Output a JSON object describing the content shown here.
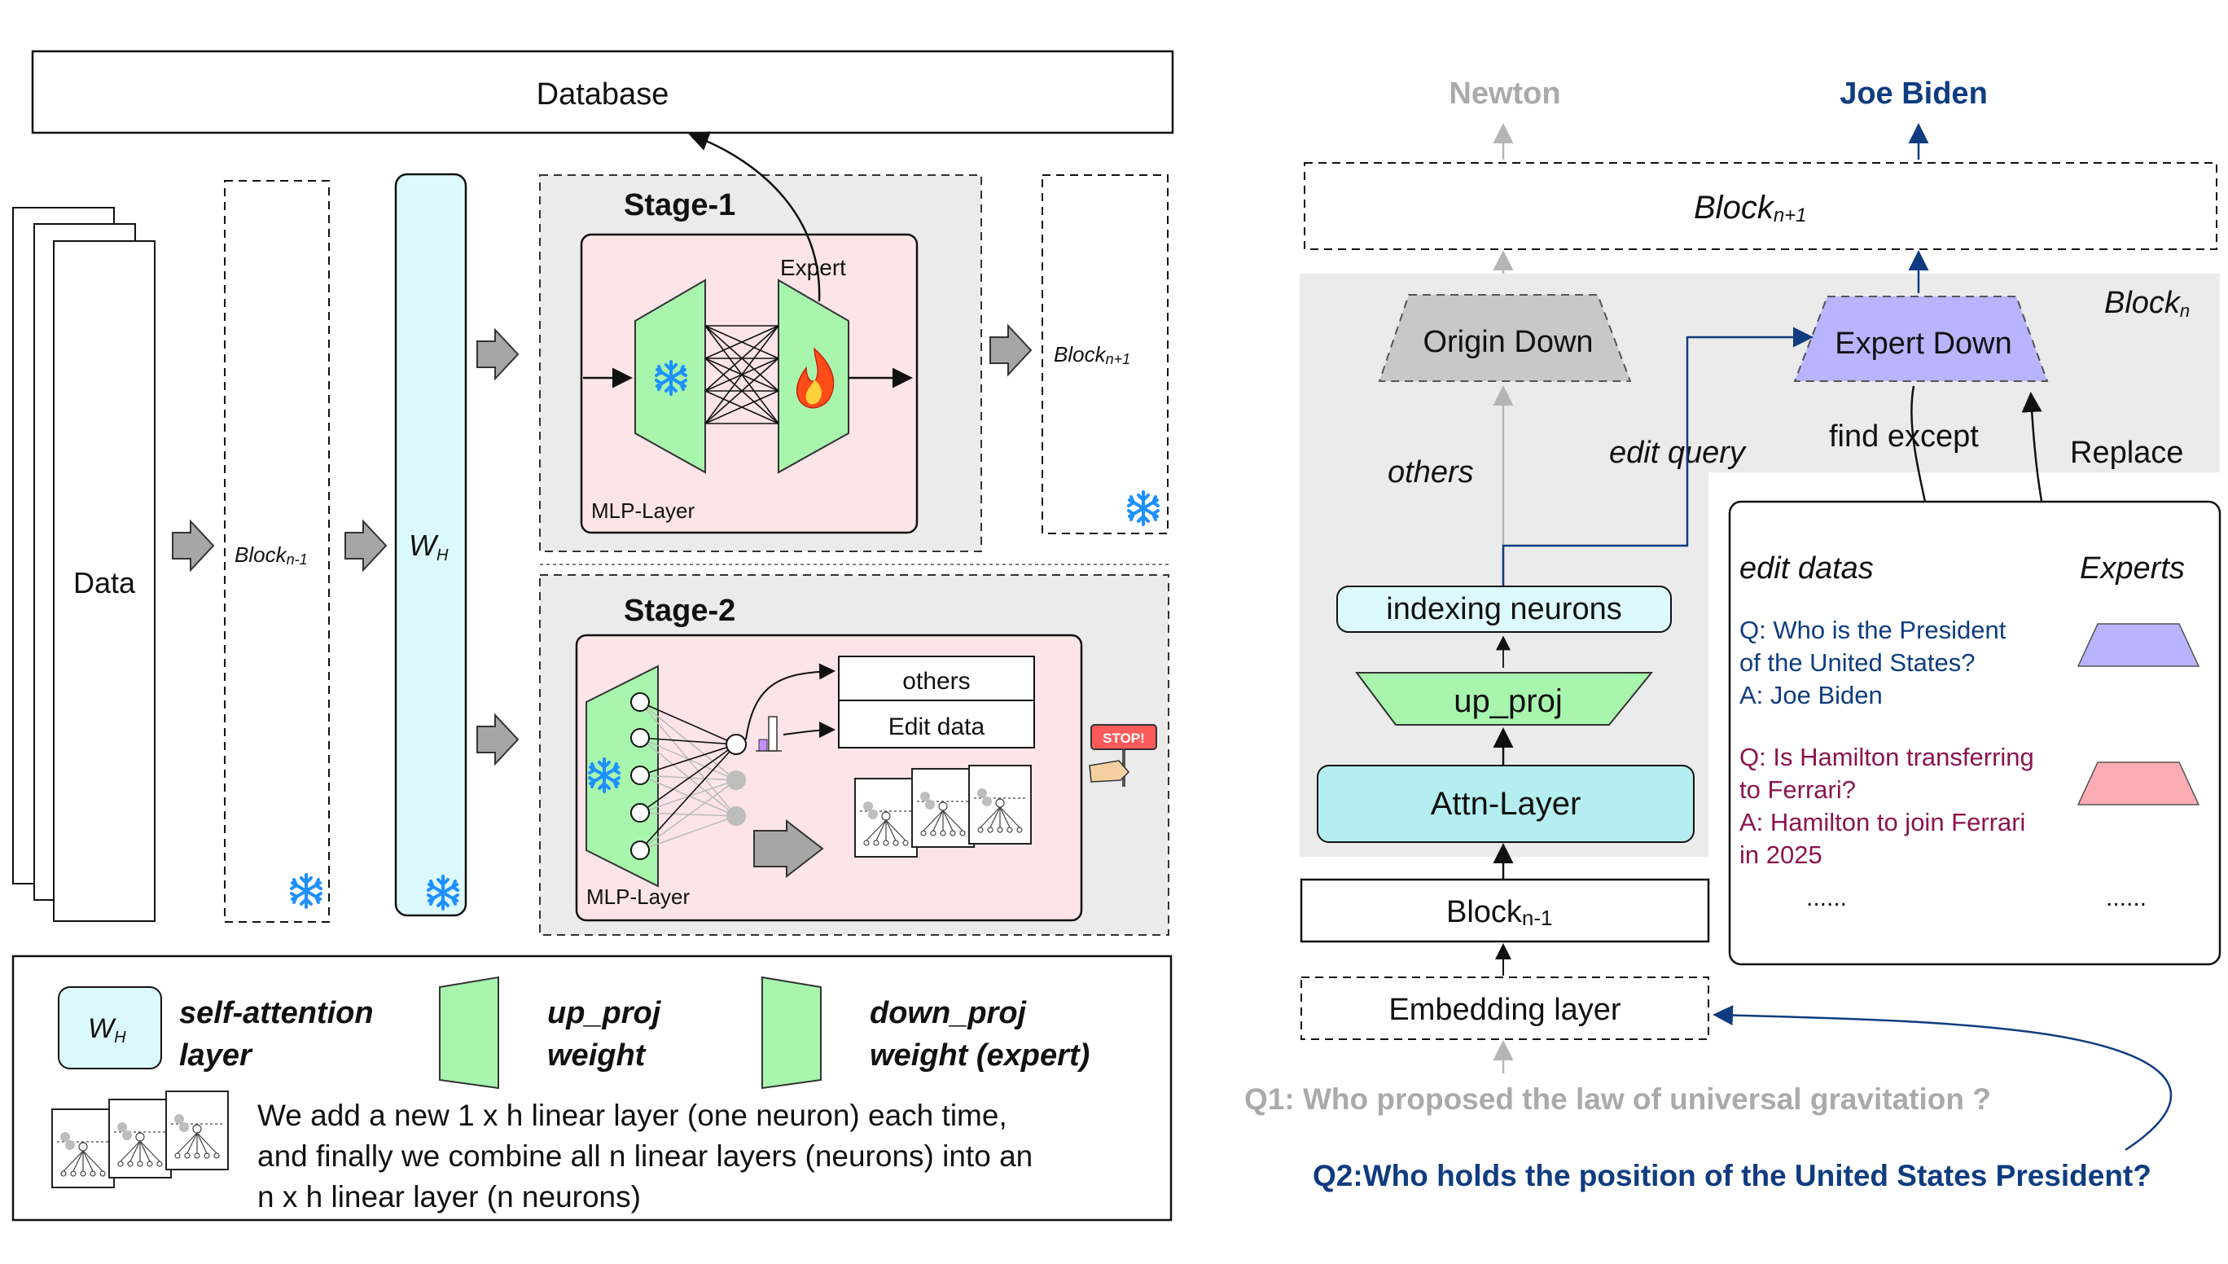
{
  "left": {
    "database_label": "Database",
    "data_label": "Data",
    "block_prev_main": "Block",
    "block_prev_sub": "n-1",
    "wh_main": "W",
    "wh_sub": "H",
    "stage1": {
      "title": "Stage-1",
      "expert_label": "Expert",
      "mlp_label": "MLP-Layer"
    },
    "block_next_main": "Block",
    "block_next_sub": "n+1",
    "stage2": {
      "title": "Stage-2",
      "others_label": "others",
      "edit_data_label": "Edit data",
      "mlp_label": "MLP-Layer",
      "stop_sign": "STOP!"
    }
  },
  "legend": {
    "wh_main": "W",
    "wh_sub": "H",
    "self_attention_line1": "self-attention",
    "self_attention_line2": "layer",
    "up_proj_line1": "up_proj",
    "up_proj_line2": "weight",
    "down_proj_line1": "down_proj",
    "down_proj_line2": "weight (expert)",
    "note_line1": "We add a new 1 x h linear layer (one neuron) each time,",
    "note_line2": "and finally we combine all n linear layers (neurons) into an",
    "note_line3": "n x h linear layer (n neurons)"
  },
  "right": {
    "output_newton": "Newton",
    "output_biden": "Joe Biden",
    "block_next_main": "Block",
    "block_next_sub": "n+1",
    "block_n_main": "Block",
    "block_n_sub": "n",
    "origin_down": "Origin Down",
    "expert_down": "Expert Down",
    "others_label": "others",
    "edit_query_label": "edit query",
    "find_except_label": "find except",
    "replace_label": "Replace",
    "indexing_neurons": "indexing neurons",
    "up_proj": "up_proj",
    "attn_layer": "Attn-Layer",
    "block_prev_main": "Block",
    "block_prev_sub": "n-1",
    "embedding_layer": "Embedding layer",
    "q1": "Q1: Who proposed the law of universal gravitation ?",
    "q2": "Q2:Who holds the position of the United States President?",
    "edit_datas_title": "edit datas",
    "experts_title": "Experts",
    "qa1": {
      "q_line1": "Q: Who is the President",
      "q_line2": "of the United States?",
      "a_line1": "A: Joe Biden"
    },
    "qa2": {
      "q_line1": "Q: Is Hamilton transferring",
      "q_line2": "to Ferrari?",
      "a_line1": "A: Hamilton to join Ferrari",
      "a_line2": "in 2025"
    },
    "ellipsis_left": "......",
    "ellipsis_right": "......"
  },
  "colors": {
    "cyan_fill": "#dcfafd",
    "green_fill": "#a8f5ad",
    "pink_fill": "#fce4e8",
    "gray_panel": "#ebebeb",
    "purple_expert": "#b8b4ff",
    "pink_expert": "#ffadb4",
    "dark_blue": "#0f3c80",
    "maroon": "#8c1450",
    "gray_text": "#aaaaaa"
  }
}
